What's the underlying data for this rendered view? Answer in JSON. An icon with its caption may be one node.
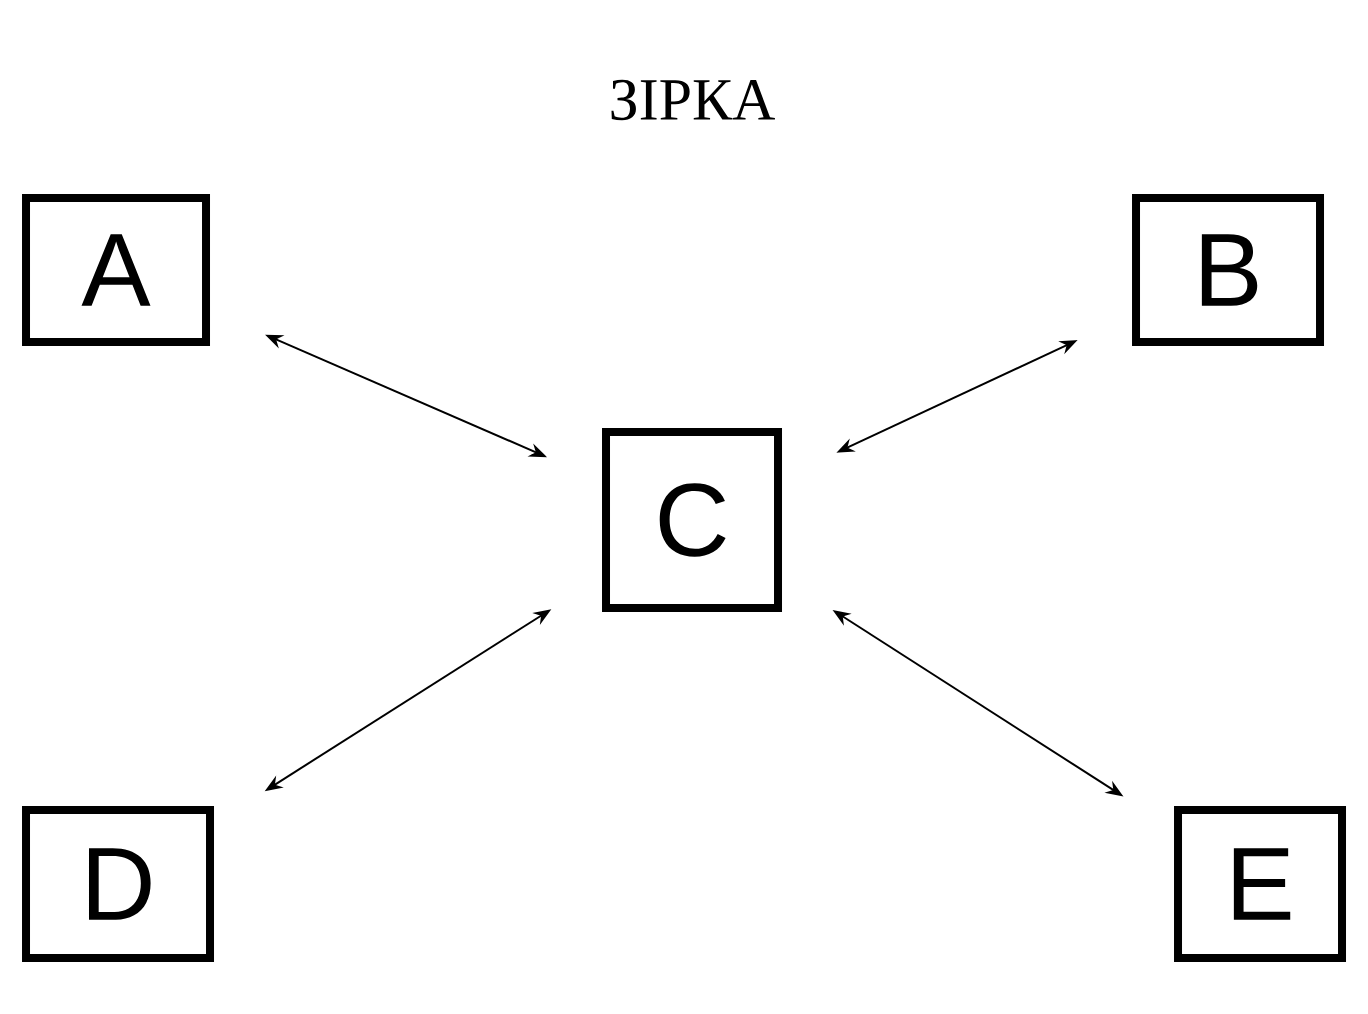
{
  "diagram": {
    "title": "ЗІРКА",
    "nodes": [
      {
        "text": [
          "A"
        ]
      },
      {
        "text": [
          "B"
        ]
      },
      {
        "text": [
          "C"
        ]
      },
      {
        "text": [
          "D"
        ]
      },
      {
        "text": [
          "E"
        ]
      }
    ],
    "edges": [
      {
        "from": 0,
        "to": 2,
        "arrow": "both"
      },
      {
        "from": 1,
        "to": 2,
        "arrow": "both"
      },
      {
        "from": 3,
        "to": 2,
        "arrow": "both"
      },
      {
        "from": 4,
        "to": 2,
        "arrow": "both"
      }
    ]
  }
}
